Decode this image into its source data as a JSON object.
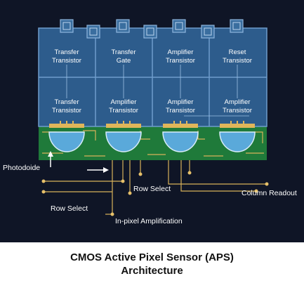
{
  "diagram": {
    "top_row": [
      {
        "line1": "Transfer",
        "line2": "Transistor"
      },
      {
        "line1": "Transfer",
        "line2": "Gate"
      },
      {
        "line1": "Amplifier",
        "line2": "Transistor"
      },
      {
        "line1": "Reset",
        "line2": "Transistor"
      }
    ],
    "bottom_row": [
      {
        "line1": "Transfer",
        "line2": "Transistor"
      },
      {
        "line1": "Amplifier",
        "line2": "Transistor"
      },
      {
        "line1": "Amplifier",
        "line2": "Transistor"
      },
      {
        "line1": "Amplifier",
        "line2": "Transistor"
      }
    ],
    "labels": {
      "photodiode": "Photodoide",
      "row_select_right": "Row Select",
      "column_readout": "Column Readout",
      "row_select_left": "Row Select",
      "in_pixel_amplification": "In-pixel Amplification"
    },
    "colors": {
      "background": "#0f1526",
      "pixel_fill": "#2d5c8c",
      "pixel_border": "#6f9ccc",
      "substrate": "#1f7a3a",
      "trace": "#d8b25a",
      "lens": "#5aa9da"
    }
  },
  "caption": {
    "line1": "CMOS Active Pixel Sensor (APS)",
    "line2": "Architecture"
  }
}
